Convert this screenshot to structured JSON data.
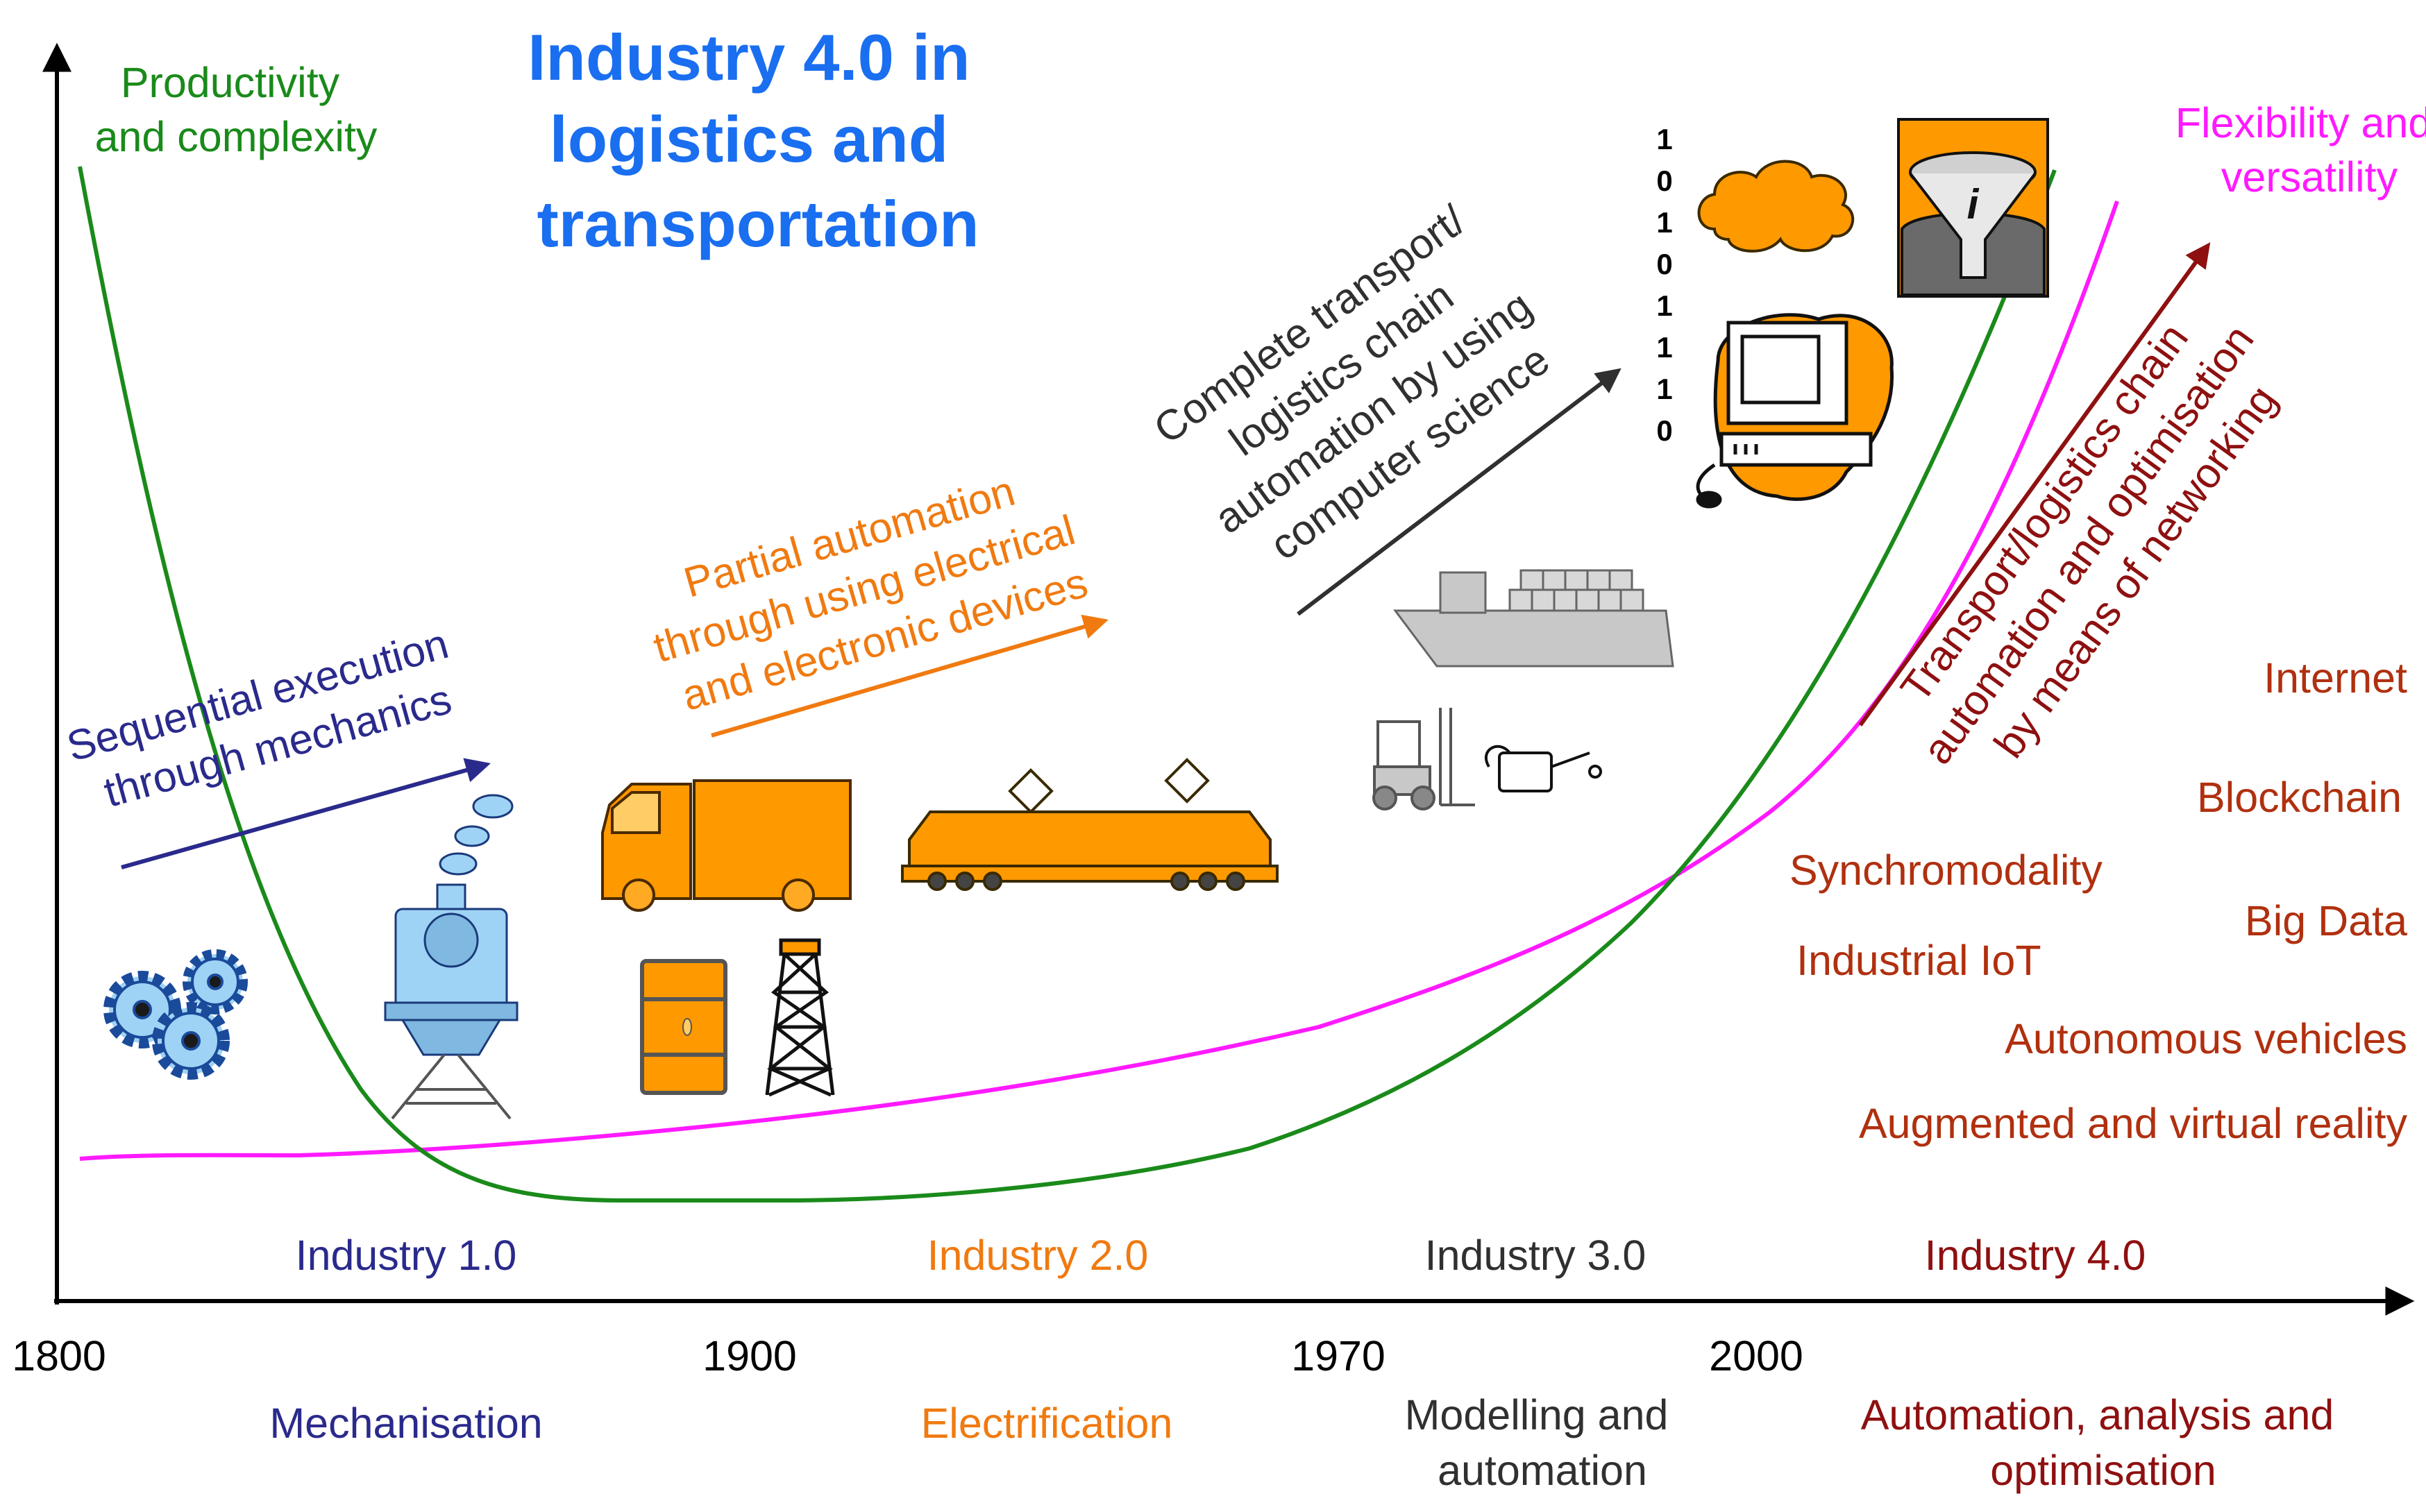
{
  "title": [
    "Industry 4.0 in",
    "logistics and",
    "transportation"
  ],
  "curves": {
    "productivity_label": [
      "Productivity",
      "and complexity"
    ],
    "flexibility_label": [
      "Flexibility and",
      "versatility"
    ]
  },
  "x_axis_ticks": [
    "1800",
    "1900",
    "1970",
    "2000"
  ],
  "eras": [
    {
      "name": "Industry 1.0",
      "theme": [
        "Mechanisation"
      ],
      "color": "#2a2a8c"
    },
    {
      "name": "Industry 2.0",
      "theme": [
        "Electrification"
      ],
      "color": "#f07a10"
    },
    {
      "name": "Industry 3.0",
      "theme": [
        "Modelling and",
        "automation"
      ],
      "color": "#303030"
    },
    {
      "name": "Industry 4.0",
      "theme": [
        "Automation, analysis and",
        "optimisation"
      ],
      "color": "#8e1010"
    }
  ],
  "arrows": {
    "mechanics": [
      "Sequential execution",
      "through mechanics"
    ],
    "electrical": [
      "Partial automation",
      "through using electrical",
      "and electronic devices"
    ],
    "computer": [
      "Complete transport/",
      "logistics chain",
      "automation by using",
      "computer science"
    ],
    "networking": [
      "Transport/logistics chain",
      "automation and optimisation",
      "by means of networking"
    ]
  },
  "binary_digits": [
    "1",
    "0",
    "1",
    "0",
    "1",
    "1",
    "1",
    "0"
  ],
  "technologies": [
    "Internet",
    "Blockchain",
    "Synchromodality",
    "Big Data",
    "Industrial IoT",
    "Autonomous vehicles",
    "Augmented and virtual reality"
  ],
  "icons": [
    "gears-icon",
    "steam-locomotive-icon",
    "truck-icon",
    "electric-locomotive-icon",
    "oil-barrel-icon",
    "oil-derrick-icon",
    "forklift-icon",
    "oil-can-icon",
    "container-ship-icon",
    "cloud-icon",
    "computer-icon",
    "information-funnel-icon"
  ],
  "colors": {
    "productivity_curve": "#1a8a1a",
    "flexibility_curve": "#ff1aff",
    "title": "#1a6ef0",
    "icon_orange": "#ff9900",
    "icon_blue": "#9fd3f5",
    "technology_text": "#b0300f",
    "networking_arrow": "#8e1010"
  }
}
